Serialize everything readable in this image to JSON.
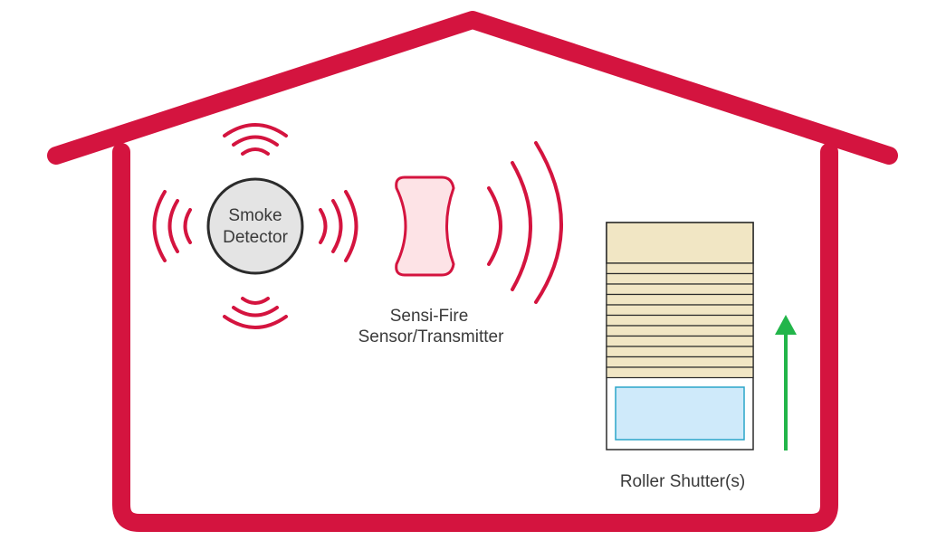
{
  "colors": {
    "house": "#d4143f",
    "wave": "#d4143f",
    "detector_fill": "#e4e4e4",
    "detector_stroke": "#2b2b2b",
    "sensor_fill": "#fde3e6",
    "shutter_slat": "#f1e6c4",
    "window_glass": "#cfeafa",
    "window_frame": "#2aa5c9",
    "arrow": "#22b54a",
    "text": "#3a3a3a"
  },
  "smoke_detector": {
    "line1": "Smoke",
    "line2": "Detector"
  },
  "sensor": {
    "line1": "Sensi-Fire",
    "line2": "Sensor/Transmitter"
  },
  "shutter": {
    "label": "Roller Shutter(s)",
    "arrow_direction": "up",
    "arrow_icon": "arrow-up-icon"
  }
}
